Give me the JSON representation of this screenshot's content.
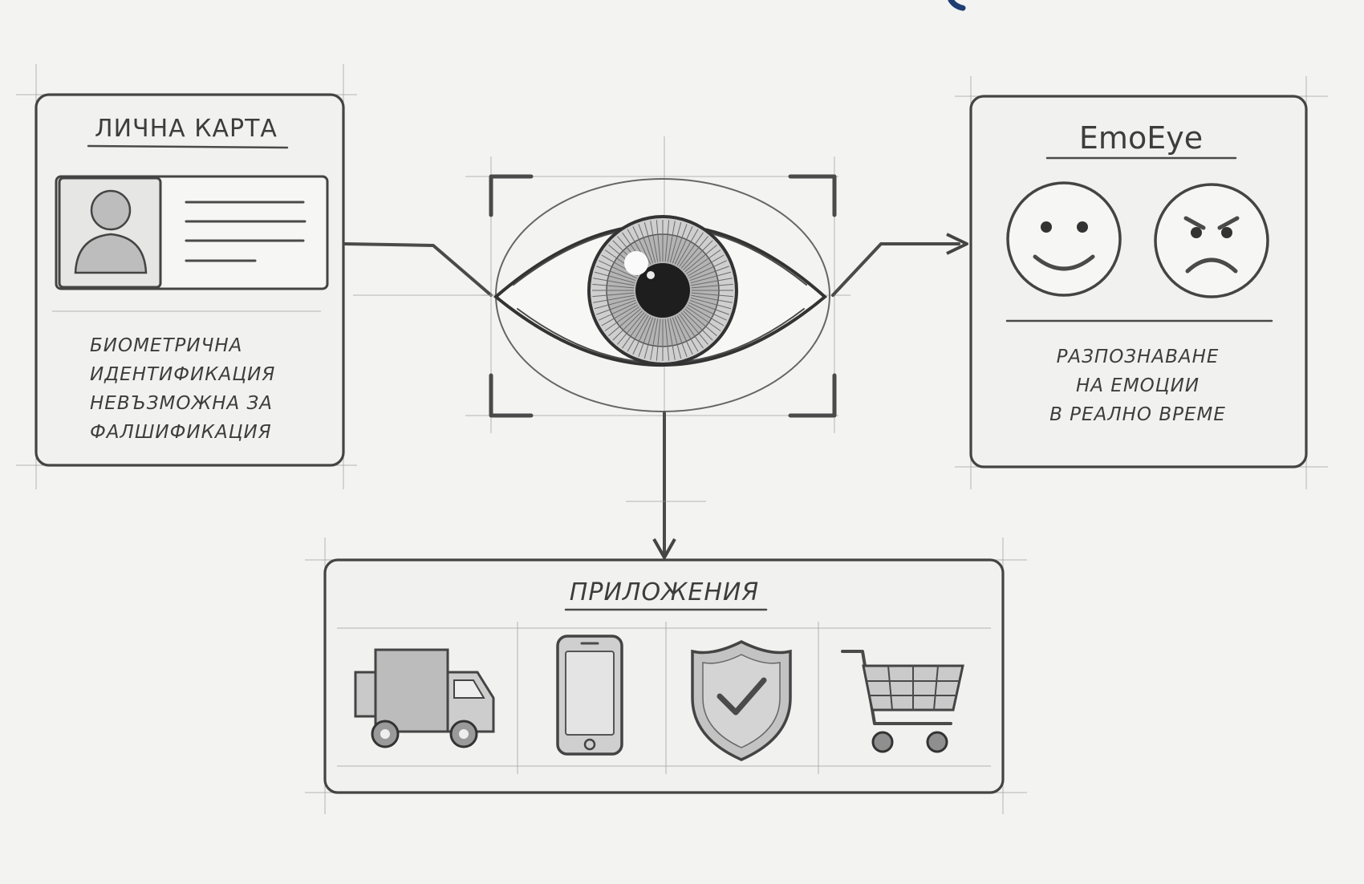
{
  "id_card": {
    "title": "ЛИЧНА КАРТА",
    "lines": [
      "БИОМЕТРИЧНА",
      "ИДЕНТИФИКАЦИЯ",
      "НЕВЪЗМОЖНА ЗА",
      "ФАЛШИФИКАЦИЯ"
    ]
  },
  "emoeye": {
    "title": "EmoEye",
    "lines": [
      "РАЗПОЗНАВАНЕ",
      "НА ЕМОЦИИ",
      "В РЕАЛНО ВРЕМЕ"
    ]
  },
  "applications": {
    "title": "ПРИЛОЖЕНИЯ",
    "icons": [
      "truck-icon",
      "smartphone-icon",
      "shield-check-icon",
      "shopping-cart-icon"
    ]
  },
  "colors": {
    "paper": "#f3f3f1",
    "ink": "#444444",
    "accent": "#1f3f73"
  }
}
